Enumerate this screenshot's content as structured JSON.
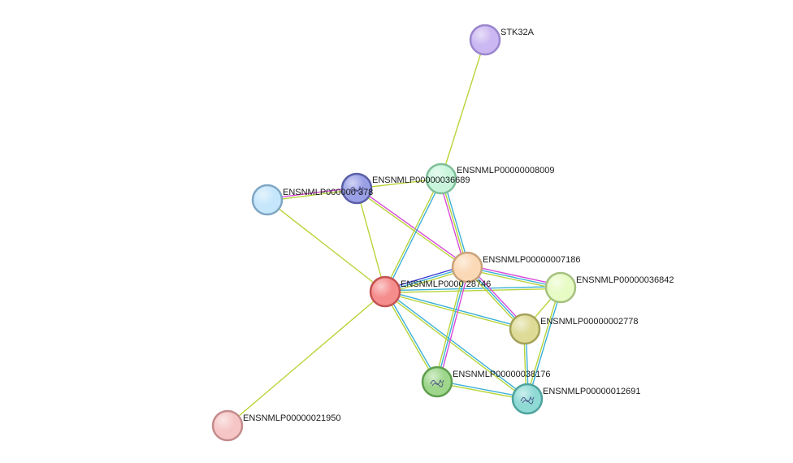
{
  "network": {
    "nodes": [
      {
        "id": "stk32a",
        "label": "STK32A",
        "fill": "#cbb7f2",
        "stroke": "#9a86cc",
        "icon": "none"
      },
      {
        "id": "n8009",
        "label": "ENSNMLP00000008009",
        "fill": "#c8f5dc",
        "stroke": "#7fbf98",
        "icon": "none"
      },
      {
        "id": "n36689",
        "label": "ENSNMLP00000036689",
        "fill": "#9aa0e6",
        "stroke": "#5a5fa8",
        "icon": "protein-structure-icon"
      },
      {
        "id": "n378",
        "label": "ENSNMLP000000 378",
        "fill": "#c5e6fb",
        "stroke": "#7fa6c3",
        "icon": "none"
      },
      {
        "id": "n7186",
        "label": "ENSNMLP00000007186",
        "fill": "#fbd9b6",
        "stroke": "#c9a27a",
        "icon": "none"
      },
      {
        "id": "n28746",
        "label": "ENSNMLP0000 28746",
        "fill": "#f58d8d",
        "stroke": "#c45151",
        "icon": "none"
      },
      {
        "id": "n36842",
        "label": "ENSNMLP00000036842",
        "fill": "#e7fbc4",
        "stroke": "#a5c080",
        "icon": "none"
      },
      {
        "id": "n2778",
        "label": "ENSNMLP00000002778",
        "fill": "#dedb97",
        "stroke": "#a4a25a",
        "icon": "none"
      },
      {
        "id": "n38176",
        "label": "ENSNMLP00000038176",
        "fill": "#9ed68c",
        "stroke": "#5e9e4c",
        "icon": "protein-structure-icon"
      },
      {
        "id": "n12691",
        "label": "ENSNMLP00000012691",
        "fill": "#8fdad5",
        "stroke": "#4ea39d",
        "icon": "protein-structure-icon"
      },
      {
        "id": "n21950",
        "label": "ENSNMLP00000021950",
        "fill": "#f6c6c6",
        "stroke": "#c48c8c",
        "icon": "none"
      }
    ],
    "edge_colors": {
      "textmining": "#b8d43a",
      "coexpression": "#3ab0d8",
      "experiments": "#d84ad8",
      "databases": "#3a3ad8"
    },
    "edges": [
      {
        "from": "stk32a",
        "to": "n8009",
        "types": [
          "textmining"
        ]
      },
      {
        "from": "n378",
        "to": "n36689",
        "types": [
          "experiments",
          "textmining"
        ]
      },
      {
        "from": "n36689",
        "to": "n8009",
        "types": [
          "textmining"
        ]
      },
      {
        "from": "n36689",
        "to": "n7186",
        "types": [
          "experiments",
          "textmining"
        ]
      },
      {
        "from": "n36689",
        "to": "n28746",
        "types": [
          "textmining"
        ]
      },
      {
        "from": "n378",
        "to": "n28746",
        "types": [
          "textmining"
        ]
      },
      {
        "from": "n8009",
        "to": "n28746",
        "types": [
          "coexpression",
          "textmining"
        ]
      },
      {
        "from": "n8009",
        "to": "n7186",
        "types": [
          "coexpression",
          "textmining",
          "experiments"
        ]
      },
      {
        "from": "n28746",
        "to": "n7186",
        "types": [
          "databases",
          "coexpression",
          "textmining"
        ]
      },
      {
        "from": "n28746",
        "to": "n36842",
        "types": [
          "coexpression",
          "textmining"
        ]
      },
      {
        "from": "n28746",
        "to": "n2778",
        "types": [
          "coexpression",
          "textmining"
        ]
      },
      {
        "from": "n28746",
        "to": "n38176",
        "types": [
          "coexpression",
          "textmining"
        ]
      },
      {
        "from": "n28746",
        "to": "n12691",
        "types": [
          "coexpression",
          "textmining"
        ]
      },
      {
        "from": "n28746",
        "to": "n21950",
        "types": [
          "textmining"
        ]
      },
      {
        "from": "n7186",
        "to": "n36842",
        "types": [
          "experiments",
          "coexpression",
          "textmining"
        ]
      },
      {
        "from": "n7186",
        "to": "n2778",
        "types": [
          "experiments",
          "coexpression",
          "textmining"
        ]
      },
      {
        "from": "n7186",
        "to": "n38176",
        "types": [
          "experiments",
          "coexpression",
          "textmining"
        ]
      },
      {
        "from": "n36842",
        "to": "n12691",
        "types": [
          "coexpression",
          "textmining"
        ]
      },
      {
        "from": "n2778",
        "to": "n12691",
        "types": [
          "coexpression",
          "textmining"
        ]
      },
      {
        "from": "n38176",
        "to": "n12691",
        "types": [
          "coexpression",
          "textmining"
        ]
      },
      {
        "from": "n2778",
        "to": "n36842",
        "types": [
          "textmining"
        ]
      }
    ]
  }
}
